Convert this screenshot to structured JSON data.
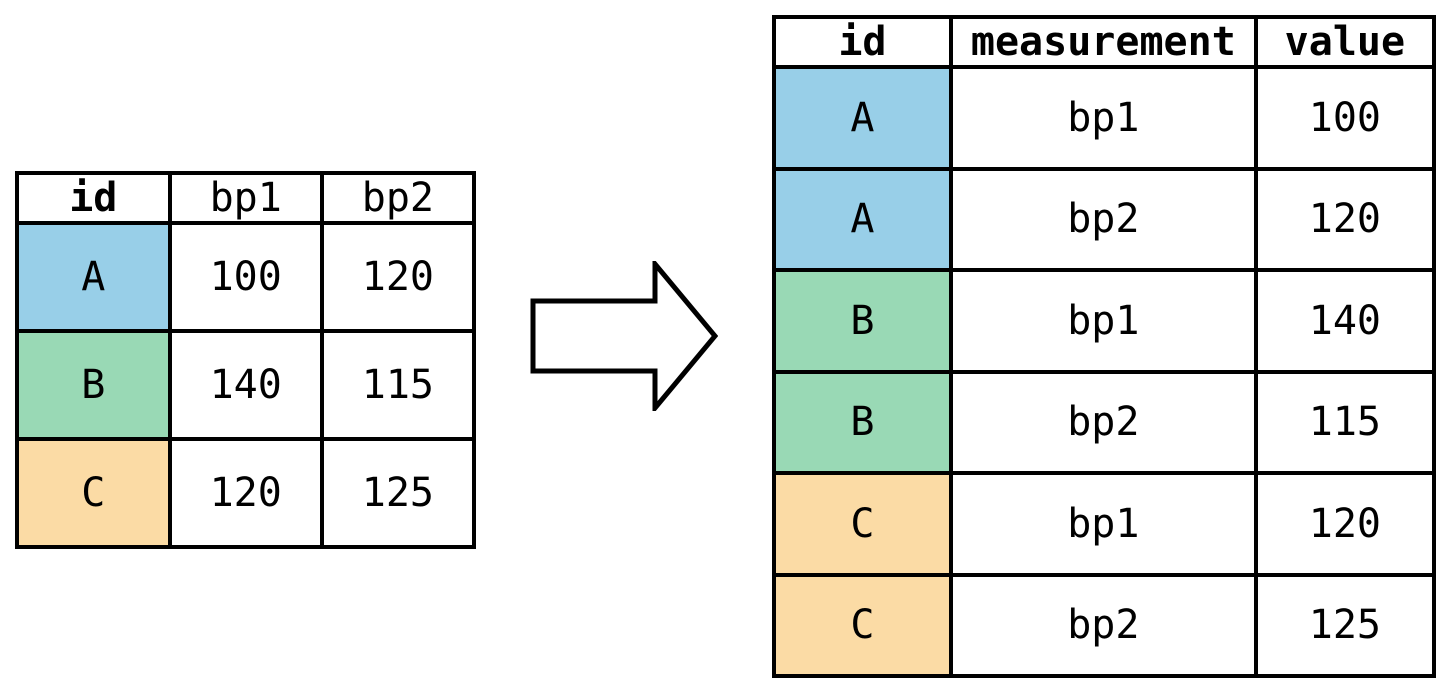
{
  "colors": {
    "row_a_fill": "#98CFE8",
    "row_b_fill": "#99D9B5",
    "row_c_fill": "#FBDBA5",
    "border": "#000000",
    "arrow_fill": "#FFFFFF",
    "background": "#FFFFFF"
  },
  "wide_table": {
    "headers": [
      "id",
      "bp1",
      "bp2"
    ],
    "rows": [
      {
        "id": "A",
        "bp1": "100",
        "bp2": "120"
      },
      {
        "id": "B",
        "bp1": "140",
        "bp2": "115"
      },
      {
        "id": "C",
        "bp1": "120",
        "bp2": "125"
      }
    ]
  },
  "long_table": {
    "headers": [
      "id",
      "measurement",
      "value"
    ],
    "rows": [
      {
        "id": "A",
        "measurement": "bp1",
        "value": "100"
      },
      {
        "id": "A",
        "measurement": "bp2",
        "value": "120"
      },
      {
        "id": "B",
        "measurement": "bp1",
        "value": "140"
      },
      {
        "id": "B",
        "measurement": "bp2",
        "value": "115"
      },
      {
        "id": "C",
        "measurement": "bp1",
        "value": "120"
      },
      {
        "id": "C",
        "measurement": "bp2",
        "value": "125"
      }
    ]
  }
}
